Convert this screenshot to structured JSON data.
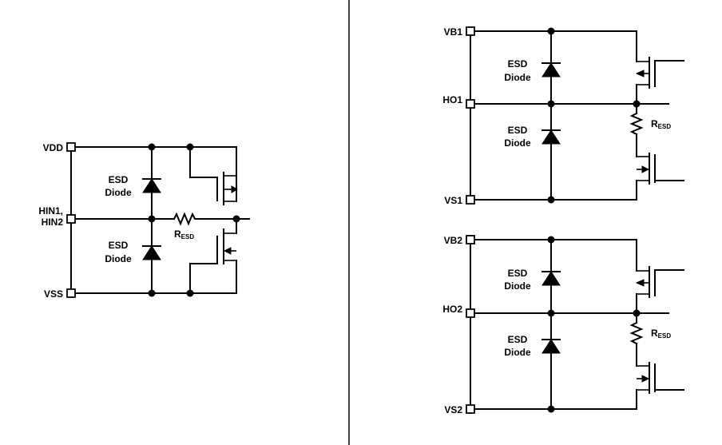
{
  "left_circuit": {
    "vdd_label": "VDD",
    "hin_label_line1": "HIN1,",
    "hin_label_line2": "HIN2",
    "vss_label": "VSS",
    "diode_top_line1": "ESD",
    "diode_top_line2": "Diode",
    "diode_bottom_line1": "ESD",
    "diode_bottom_line2": "Diode",
    "resistor_main": "R",
    "resistor_sub": "ESD"
  },
  "right_top_circuit": {
    "vb_label": "VB1",
    "ho_label": "HO1",
    "vs_label": "VS1",
    "diode_top_line1": "ESD",
    "diode_top_line2": "Diode",
    "diode_bottom_line1": "ESD",
    "diode_bottom_line2": "Diode",
    "resistor_main": "R",
    "resistor_sub": "ESD"
  },
  "right_bottom_circuit": {
    "vb_label": "VB2",
    "ho_label": "HO2",
    "vs_label": "VS2",
    "diode_top_line1": "ESD",
    "diode_top_line2": "Diode",
    "diode_bottom_line1": "ESD",
    "diode_bottom_line2": "Diode",
    "resistor_main": "R",
    "resistor_sub": "ESD"
  }
}
